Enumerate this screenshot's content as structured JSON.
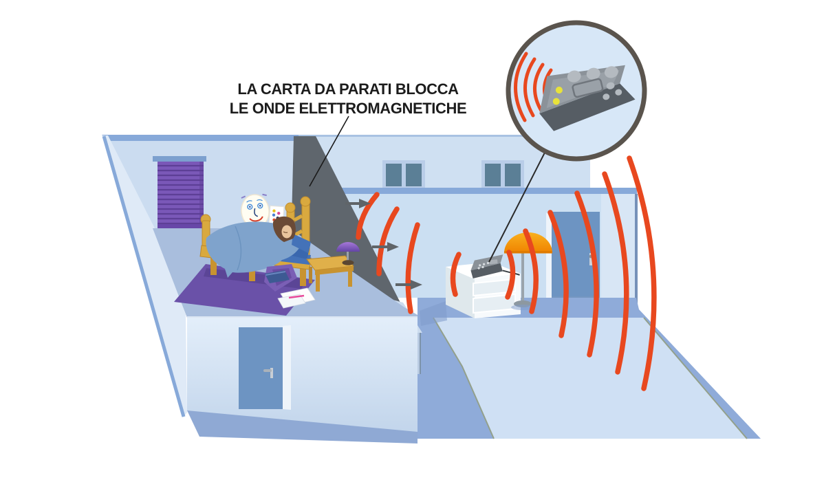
{
  "annotation": {
    "line1": "LA CARTA DA PARATI BLOCCA",
    "line2": "LE ONDE ELETTROMAGNETICHE"
  },
  "palette": {
    "background": "#ffffff",
    "wave_red": "#e8481f",
    "arrow_gray": "#5f6468",
    "dark_wallpaper": "#5f666d",
    "door_blue": "#6d94c2",
    "wall_blue": "#cbdcf0",
    "wall_edge_blue": "#87a9d9",
    "floor_blue": "#a9bedd",
    "floor_living_blue": "#8fabd9",
    "rug_light_blue": "#cfe0f4",
    "window_pane_teal": "#5b7f96",
    "blind_purple": "#7a58b8",
    "rug_purple": "#6a51a8",
    "wood_gold": "#d9a93f",
    "blanket_blue": "#7fa3cc",
    "lamp_orange": "#f59b0b",
    "lamp_violet": "#8a5fc0",
    "device_gray": "#8b9299",
    "led_yellow": "#e8e23a",
    "inset_ring_gray": "#5a544d",
    "inset_bg_blue": "#d7e7f7"
  },
  "waves": {
    "left_arc_count": 4,
    "right_arc_count": 6,
    "inset_arc_count": 5
  },
  "arrows": {
    "count": 3,
    "direction": "right"
  },
  "scene": {
    "divider": "em-shielding-wallpaper-wall",
    "bedroom_objects": [
      "roller-blind",
      "smiley-poster",
      "kids-drawing",
      "bed",
      "sleeping-person",
      "blanket",
      "pillow",
      "bedside-table",
      "violet-table-lamp",
      "purple-rug",
      "book",
      "papers",
      "pencil",
      "door"
    ],
    "living_room_objects": [
      "window",
      "window",
      "door",
      "white-cabinet",
      "phone-base-station",
      "orange-floor-lamp"
    ],
    "inset_objects": [
      "magnifier-circle",
      "phone-base-station",
      "em-waves"
    ]
  }
}
